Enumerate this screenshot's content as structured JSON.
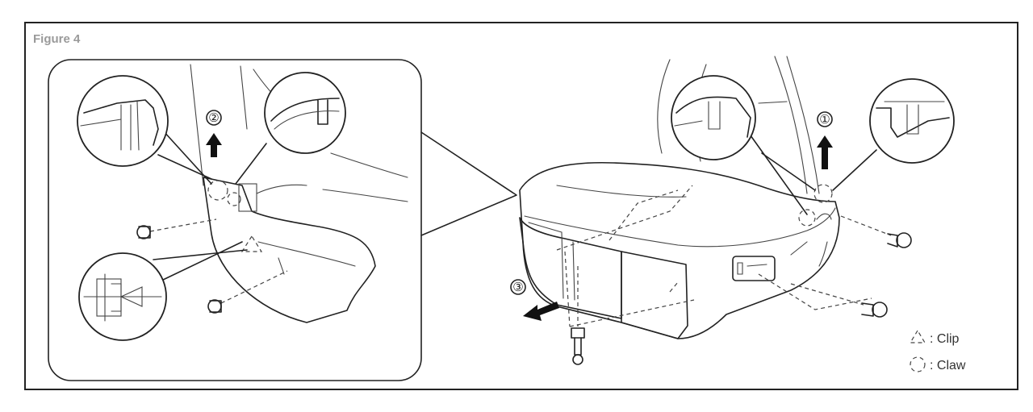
{
  "figure": {
    "title": "Figure 4",
    "steps": [
      "①",
      "②",
      "③"
    ],
    "legend": [
      {
        "symbol": "triangle-dashed",
        "label": ": Clip"
      },
      {
        "symbol": "circle-dashed",
        "label": ": Claw"
      }
    ]
  }
}
